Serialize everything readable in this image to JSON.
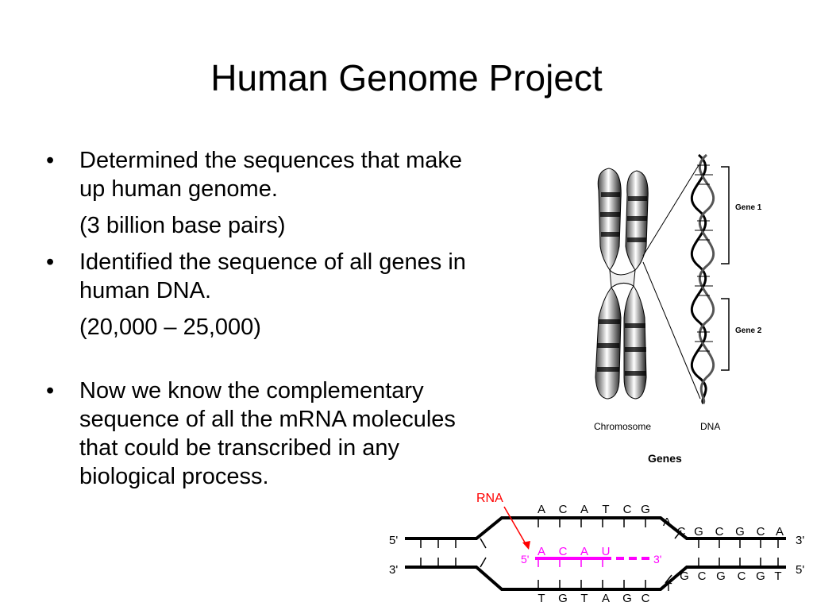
{
  "slide": {
    "title": "Human Genome Project",
    "bullets": [
      {
        "text": "Determined the sequences that make up human genome.",
        "sub": "(3 billion base pairs)"
      },
      {
        "text": "Identified the sequence of all genes in human DNA.",
        "sub": "(20,000 – 25,000)"
      },
      {
        "text": "Now we know the complementary sequence of all the mRNA molecules that could be transcribed in any biological process.",
        "sub": ""
      }
    ],
    "bullet_symbol": "•"
  },
  "genes_figure": {
    "chromosome_label": "Chromosome",
    "dna_label": "DNA",
    "gene1_label": "Gene 1",
    "gene2_label": "Gene 2",
    "caption": "Genes"
  },
  "transcription_figure": {
    "rna_label": "RNA",
    "rna_color": "#ff00ff",
    "rna_label_color": "#ff0000",
    "top_left_end": "5'",
    "bottom_left_end": "3'",
    "top_right_end": "3'",
    "bottom_right_end": "5'",
    "rna_start": "5'",
    "rna_end": "3'",
    "top_open_bases": [
      "A",
      "C",
      "A",
      "T",
      "C",
      "G"
    ],
    "top_right_bases": [
      "C",
      "G",
      "C",
      "G",
      "C",
      "A"
    ],
    "rna_bases": [
      "A",
      "C",
      "A",
      "U"
    ],
    "bottom_open_bases": [
      "T",
      "G",
      "T",
      "A",
      "G",
      "C"
    ],
    "bottom_right_bases": [
      "G",
      "C",
      "G",
      "C",
      "G",
      "T"
    ],
    "extra_top_base": "A",
    "extra_bottom_base": "T"
  }
}
